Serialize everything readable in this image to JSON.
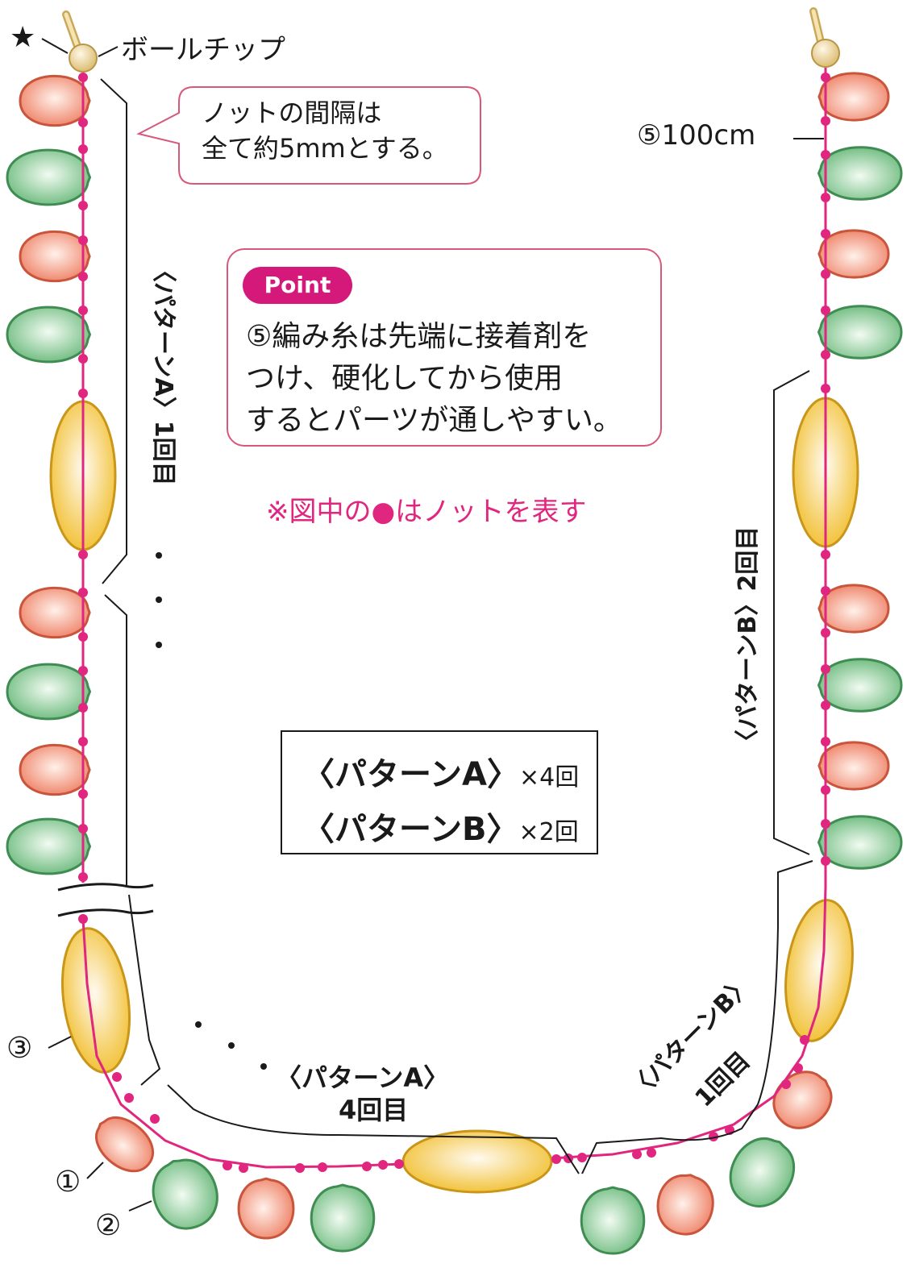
{
  "labels": {
    "star": "★",
    "ball_tip": "ボールチップ",
    "callout_line1": "ノットの間隔は",
    "callout_line2": "全て約5mmとする。",
    "thread": "⑤100cm",
    "point_badge": "Point",
    "point_line1": "⑤編み糸は先端に接着剤を",
    "point_line2": "つけ、硬化してから使用",
    "point_line3": "するとパーツが通しやすい。",
    "note": "※図中の●はノットを表す",
    "summary_a": "〈パターンA〉",
    "summary_a_times": "×4回",
    "summary_b": "〈パターンB〉",
    "summary_b_times": "×2回",
    "pattern_a_1": "〈パターンA〉1回目",
    "pattern_b_2": "〈パターンB〉2回目",
    "pattern_a_4_line1": "〈パターンA〉",
    "pattern_a_4_line2": "4回目",
    "pattern_b_1_line1": "〈パターンB〉",
    "pattern_b_1_line2": "1回目",
    "marker_1": "①",
    "marker_2": "②",
    "marker_3": "③",
    "ellipsis": "・・・"
  },
  "colors": {
    "thread": "#e0267e",
    "coral_bead": "#ef8a6f",
    "green_bead": "#7cc48a",
    "yellow_bead": "#f2c33a",
    "ball_tip": "#e3c98a",
    "callout_border": "#d6587b"
  }
}
